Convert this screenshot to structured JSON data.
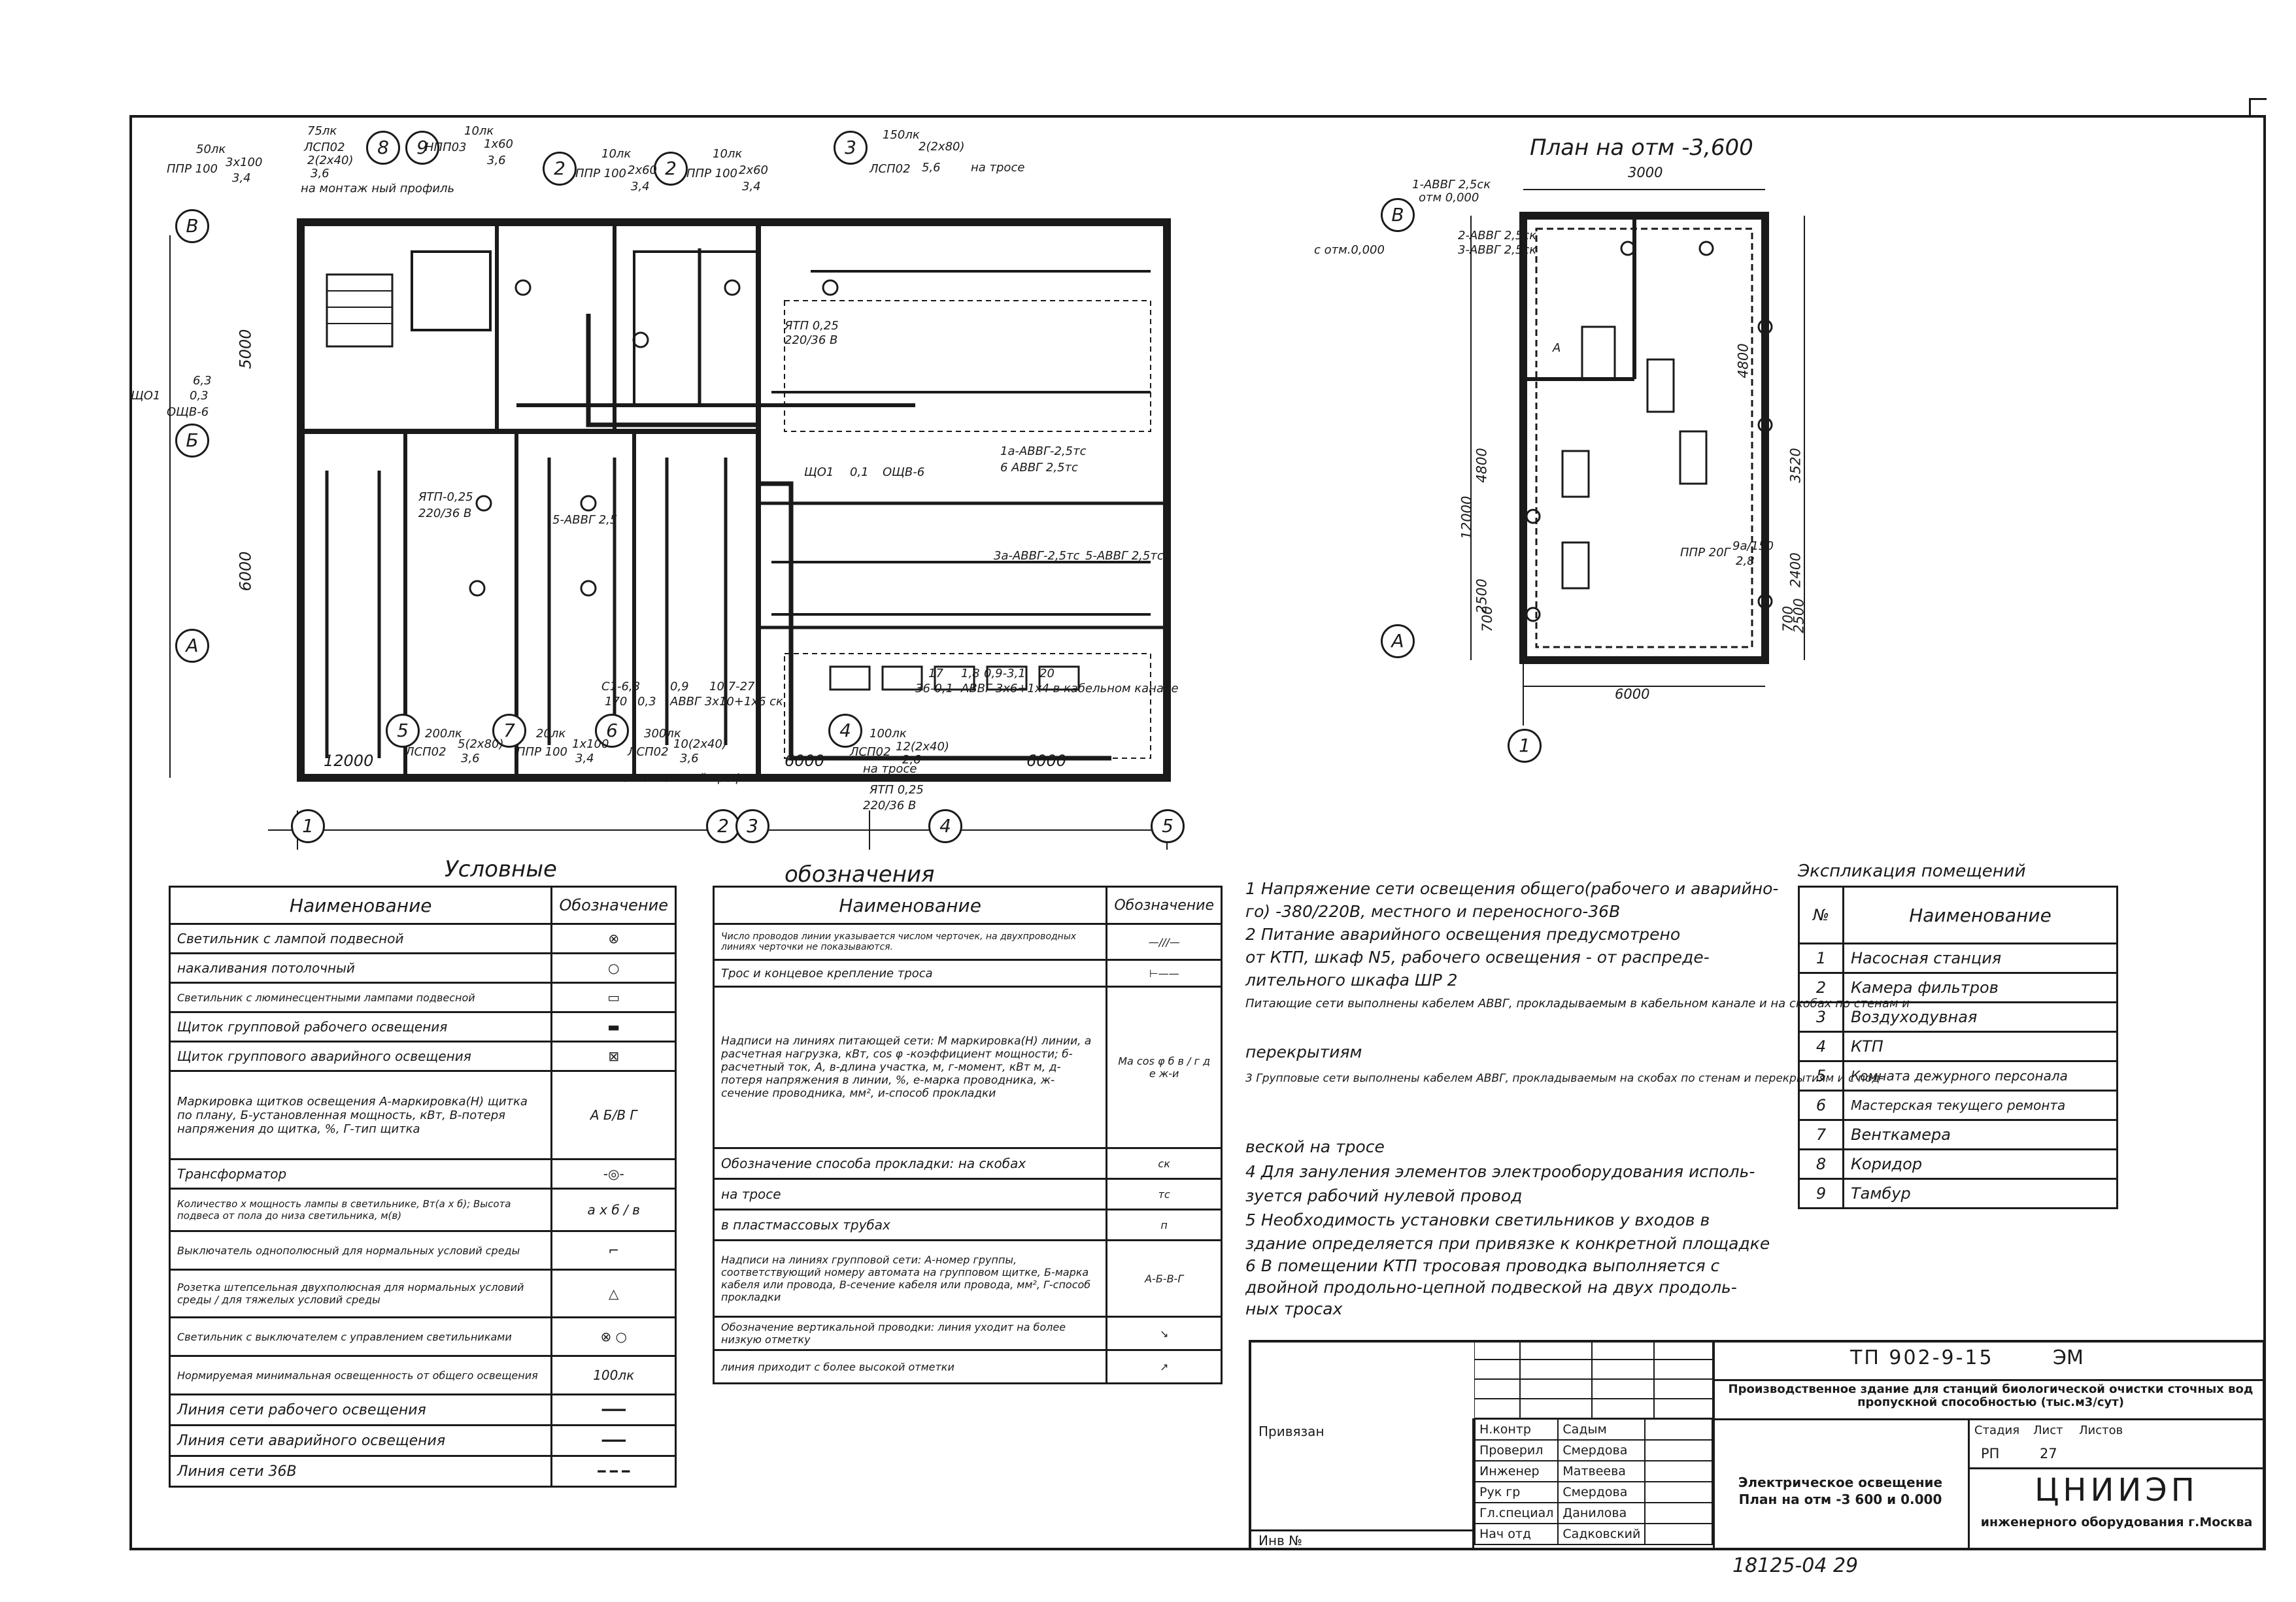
{
  "sheet": {
    "doc_code": "ТП 902-9-15",
    "doc_mark": "ЭМ",
    "inventory": "18125-04  29"
  },
  "plan_right": {
    "title": "План  на отм -3,600",
    "dims": [
      "3000",
      "4800",
      "12000",
      "4800",
      "3520",
      "2400",
      "2500",
      "2500",
      "700",
      "700",
      "6000"
    ],
    "labels": [
      "1-АВВГ 2,5ск",
      "отм 0,000",
      "2-АВВГ 2,5ск",
      "3-АВВГ 2,5ск",
      "с отм.0,000",
      "ППР 20Г",
      "9а/150",
      "2,8",
      "А"
    ],
    "axes": [
      "В",
      "А",
      "1"
    ]
  },
  "plan_left": {
    "axes_rows": [
      "В",
      "Б",
      "А"
    ],
    "axes_cols": [
      "1",
      "2",
      "3",
      "4",
      "5"
    ],
    "room_bubbles": [
      "8",
      "9",
      "2",
      "2",
      "3",
      "5",
      "7",
      "6",
      "4"
    ],
    "dims_bottom": [
      "12000",
      "6000",
      "6000"
    ],
    "dims_left": [
      "5000",
      "6000"
    ],
    "labels": [
      "50лк",
      "ППР 100",
      "3х100",
      "3,4",
      "75лк",
      "ЛСП02",
      "2(2х40)",
      "3,6",
      "на монтаж ный профиль",
      "10лк",
      "НПП03",
      "1х60",
      "3,6",
      "10лк",
      "ППР 100",
      "2х60",
      "3,4",
      "10лк",
      "ППР 100",
      "2х60",
      "3,4",
      "150лк",
      "ЛСП02",
      "2(2х80)",
      "5,6",
      "на тросе",
      "ЩО1",
      "0,3",
      "ОЩВ-6",
      "6,3",
      "ЯТП-0,25",
      "220/36 В",
      "5-АВВГ 2,5",
      "ЯТП 0,25",
      "220/36 В",
      "ЩО1",
      "0,1",
      "ОЩВ-6",
      "1а-АВВГ-2,5тс",
      "6 АВВГ 2,5тс",
      "3а-АВВГ-2,5тс",
      "5-АВВГ 2,5тс",
      "С1-6,3",
      "0,9",
      "10,7-27",
      "170",
      "0,3",
      "АВВГ 3х10+1х6 ск",
      "17",
      "1,8",
      "0,9-3,1",
      "20",
      "36-0,1",
      "АВВГ 3х6+1х4 в кабельном канале",
      "200лк",
      "ЛСП02",
      "5(2х80)",
      "3,6",
      "20лк",
      "ППР 100",
      "1х100",
      "3,4",
      "300лк",
      "ЛСП02",
      "10(2х40)",
      "3,6",
      "на монтажный профиль",
      "100лк",
      "ЛСП02",
      "12(2х40)",
      "2,6",
      "на тросе",
      "ЯТП 0,25",
      "220/36 В"
    ]
  },
  "legend": {
    "title_left": "Условные",
    "title_right": "обозначения",
    "col_name": "Наименование",
    "col_sym": "Обозначение",
    "rows_left": [
      {
        "name": "Светильник с лампой подвесной",
        "sym": "⊗"
      },
      {
        "name": "накаливания  потолочный",
        "sym": "○"
      },
      {
        "name": "Светильник с люминесцентными лампами подвесной",
        "sym": "▭"
      },
      {
        "name": "Щиток групповой рабочего освещения",
        "sym": "▬"
      },
      {
        "name": "Щиток группового аварийного освещения",
        "sym": "⊠"
      },
      {
        "name": "Маркировка щитков освещения  А-маркировка(Н) щитка по плану, Б-установленная мощность, кВт, В-потеря напряжения до щитка, %, Г-тип щитка",
        "sym": "А Б/В Г"
      },
      {
        "name": "Трансформатор",
        "sym": "-◎-"
      },
      {
        "name": "Количество х мощность лампы в светильнике, Вт(а х б); Высота подвеса от пола до низа светильника, м(в)",
        "sym": "а х б / в"
      },
      {
        "name": "Выключатель однополюсный для нормальных условий среды",
        "sym": "⌐"
      },
      {
        "name": "Розетка штепсельная двухполюсная для нормальных условий среды / для тяжелых условий среды",
        "sym": "△"
      },
      {
        "name": "Светильник с выключателем с управлением светильниками",
        "sym": "⊗ ○"
      },
      {
        "name": "Нормируемая минимальная освещенность от общего освещения",
        "sym": "100лк"
      },
      {
        "name": "Линия сети рабочего освещения",
        "sym": "━━━"
      },
      {
        "name": "Линия сети аварийного освещения",
        "sym": "━━━"
      },
      {
        "name": "Линия сети 36В",
        "sym": "━ ━ ━"
      }
    ],
    "rows_right": [
      {
        "name": "Число проводов линии указывается числом черточек, на двухпроводных линиях черточки не показываются.",
        "sym": "—///—"
      },
      {
        "name": "Трос и концевое крепление троса",
        "sym": "⊢——"
      },
      {
        "name": "Надписи на линиях питающей сети: М маркировка(Н) линии, а расчетная нагрузка, кВт, cos φ -коэффициент мощности; б-расчетный ток, А, в-длина участка, м, г-момент, кВт м, д-потеря напряжения в линии, %, е-марка проводника, ж-сечение проводника, мм², и-способ прокладки",
        "sym": "Ма cos φ б в / г д е ж-и"
      },
      {
        "name": "Обозначение способа прокладки: на скобах",
        "sym": "ск"
      },
      {
        "name": "на тросе",
        "sym": "тс"
      },
      {
        "name": "в пластмассовых трубах",
        "sym": "п"
      },
      {
        "name": "Надписи на линиях групповой сети: А-номер группы, соответствующий номеру автомата на групповом щитке, Б-марка кабеля или провода, В-сечение кабеля или провода, мм², Г-способ прокладки",
        "sym": "А-Б-В-Г"
      },
      {
        "name": "Обозначение вертикальной проводки: линия уходит на более низкую отметку",
        "sym": "↘"
      },
      {
        "name": "линия приходит с более высокой отметки",
        "sym": "↗"
      }
    ]
  },
  "notes": [
    "1 Напряжение сети освещения общего(рабочего и аварийно-",
    "го) -380/220В, местного и переносного-36В",
    "2 Питание аварийного освещения предусмотрено",
    "от КТП, шкаф N5, рабочего освещения - от распреде-",
    "лительного шкафа ШР 2",
    "Питающие сети выполнены кабелем АВВГ, прокладываемым в кабельном канале и на скобах по стенам и",
    "перекрытиям",
    "3 Групповые сети выполнены кабелем АВВГ, прокладываемым на скобах по стенам и перекрытиям и с под-",
    "веской на тросе",
    "4 Для зануления элементов электрооборудования исполь-",
    "зуется рабочий нулевой провод",
    "5 Необходимость установки светильников у входов в",
    "здание определяется при привязке к конкретной площадке",
    "6 В помещении КТП тросовая проводка выполняется с",
    "двойной продольно-цепной подвеской на двух продоль-",
    "ных тросах"
  ],
  "explication": {
    "title": "Экспликация помещений",
    "col_no": "№",
    "col_name": "Наименование",
    "rows": [
      {
        "no": "1",
        "name": "Насосная станция"
      },
      {
        "no": "2",
        "name": "Камера фильтров"
      },
      {
        "no": "3",
        "name": "Воздуходувная"
      },
      {
        "no": "4",
        "name": "КТП"
      },
      {
        "no": "5",
        "name": "Комната дежурного персонала"
      },
      {
        "no": "6",
        "name": "Мастерская текущего ремонта"
      },
      {
        "no": "7",
        "name": "Венткамера"
      },
      {
        "no": "8",
        "name": "Коридор"
      },
      {
        "no": "9",
        "name": "Тамбур"
      }
    ]
  },
  "stamp": {
    "project_title": "Производственное здание для станций биологической очистки сточных вод пропускной способностью (тыс.м3/сут)",
    "sheet_title": "Электрическое освещение План на отм -3 600 и 0.000",
    "org": "ЦНИИЭП",
    "org_sub": "инженерного оборудования г.Москва",
    "stage_label": "Стадия",
    "sheet_label": "Лист",
    "sheets_label": "Листов",
    "stage": "РП",
    "sheet": "27",
    "linked": "Привязан",
    "inv_no": "Инв №",
    "roles": [
      {
        "role": "Н.контр",
        "name": "Садым"
      },
      {
        "role": "Проверил",
        "name": "Смердова"
      },
      {
        "role": "Инженер",
        "name": "Матвеева"
      },
      {
        "role": "Рук гр",
        "name": "Смердова"
      },
      {
        "role": "Гл.специал",
        "name": "Данилова"
      },
      {
        "role": "Нач отд",
        "name": "Садковский"
      }
    ]
  }
}
